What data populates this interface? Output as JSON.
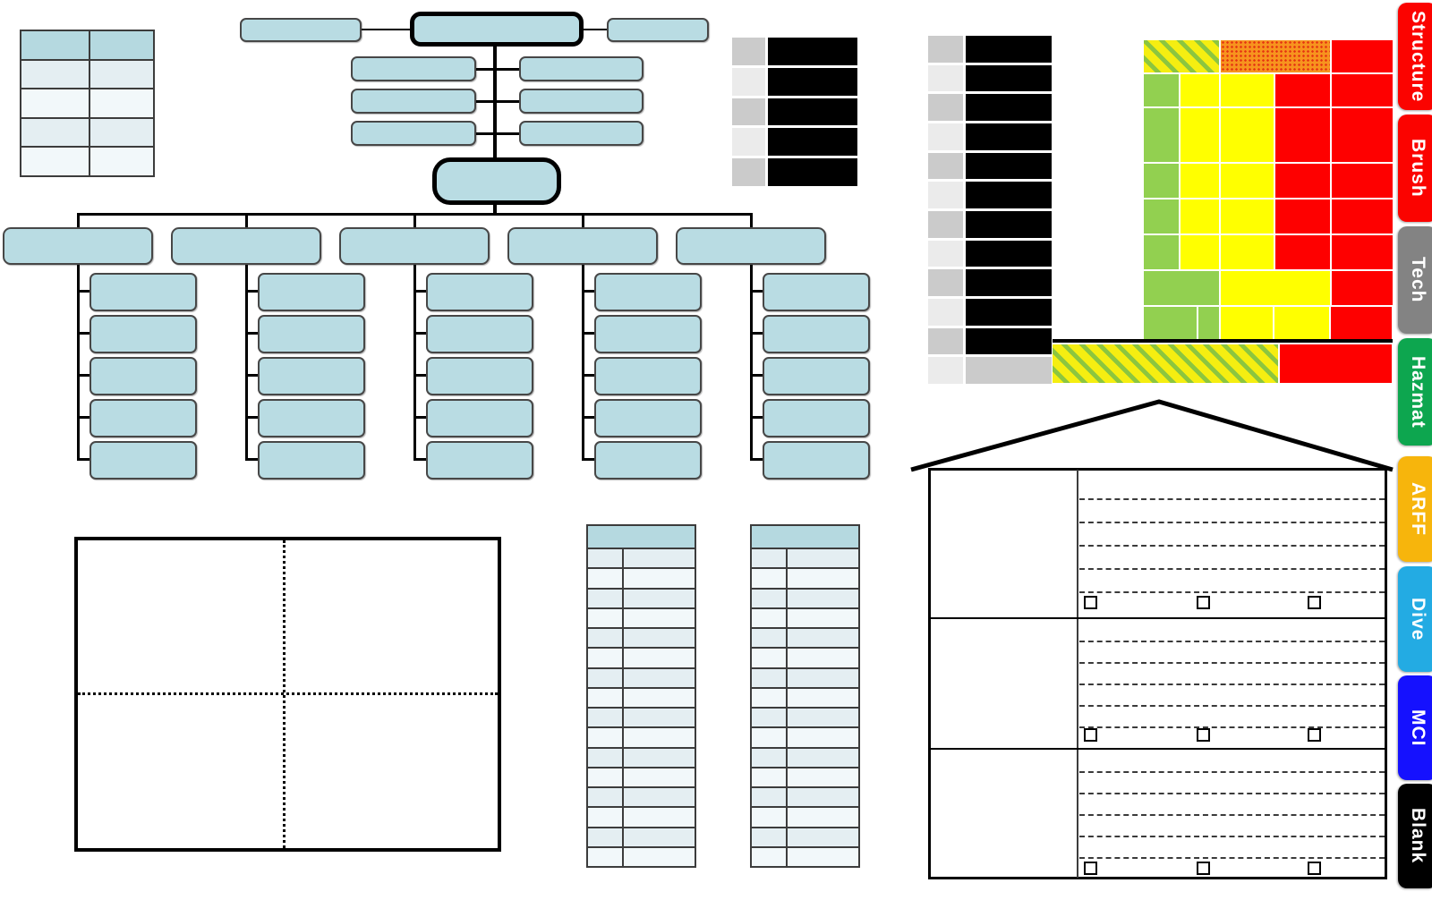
{
  "app": {
    "background": "#ffffff"
  },
  "palette": {
    "teal_box": "#b9dce3",
    "teal_header": "#b5d9e0",
    "row_light": "#e4eef2",
    "row_lighter": "#f2f8fa",
    "gray_cell_dark": "#cbcbcb",
    "gray_cell_light": "#ebebeb",
    "black_cell": "#000000",
    "green": "#92d050",
    "yellow": "#ffff00",
    "red": "#fe0000",
    "orange": "#f7941e"
  },
  "tabs": [
    {
      "label": "Structure",
      "color": "#fb0300"
    },
    {
      "label": "Brush",
      "color": "#fb0300"
    },
    {
      "label": "Tech",
      "color": "#838383"
    },
    {
      "label": "Hazmat",
      "color": "#0da64f"
    },
    {
      "label": "ARFF",
      "color": "#f7b50c"
    },
    {
      "label": "Dive",
      "color": "#23abe3"
    },
    {
      "label": "MCI",
      "color": "#1511fe"
    },
    {
      "label": "Blank",
      "color": "#000000"
    }
  ],
  "org_chart": {
    "top_row_boxes": 3,
    "command_pair_rows": 3,
    "divisions": 5,
    "units_per_division": 5
  },
  "tables": {
    "top_left": {
      "rows": 5,
      "cols": 2,
      "has_header_row": true
    },
    "small_black": {
      "rows": 5,
      "cols": 2
    },
    "tall_black": {
      "rows": 12,
      "cols": 2,
      "last_row_gray": true
    },
    "bottom_left": {
      "rows": 16,
      "cols": 2,
      "has_header_row": true
    },
    "bottom_right": {
      "rows": 16,
      "cols": 2,
      "has_header_row": true
    }
  },
  "risk_grid": {
    "rows": [
      {
        "h": 36,
        "cells": [
          [
            "hatch",
            84
          ],
          [
            "orange-dots",
            122
          ],
          [
            "red",
            68
          ]
        ]
      },
      {
        "h": 36,
        "cells": [
          [
            "green",
            39
          ],
          [
            "yellow",
            43
          ],
          [
            "yellow",
            59
          ],
          [
            "red",
            61
          ],
          [
            "red",
            68
          ]
        ]
      },
      {
        "h": 60,
        "cells": [
          [
            "green",
            39
          ],
          [
            "yellow",
            43
          ],
          [
            "yellow",
            59
          ],
          [
            "red",
            61
          ],
          [
            "red",
            68
          ]
        ]
      },
      {
        "h": 38,
        "cells": [
          [
            "green",
            39
          ],
          [
            "yellow",
            43
          ],
          [
            "yellow",
            59
          ],
          [
            "red",
            61
          ],
          [
            "red",
            68
          ]
        ]
      },
      {
        "h": 38,
        "cells": [
          [
            "green",
            39
          ],
          [
            "yellow",
            43
          ],
          [
            "yellow",
            59
          ],
          [
            "red",
            61
          ],
          [
            "red",
            68
          ]
        ]
      },
      {
        "h": 38,
        "cells": [
          [
            "green",
            39
          ],
          [
            "yellow",
            43
          ],
          [
            "yellow",
            59
          ],
          [
            "red",
            61
          ],
          [
            "red",
            68
          ]
        ]
      },
      {
        "h": 38,
        "cells": [
          [
            "green",
            84
          ],
          [
            "yellow",
            122
          ],
          [
            "red",
            68
          ]
        ]
      },
      {
        "h": 36,
        "cells": [
          [
            "green",
            59
          ],
          [
            "green",
            23
          ],
          [
            "yellow",
            58
          ],
          [
            "yellow",
            61
          ],
          [
            "red",
            68
          ]
        ]
      }
    ],
    "footer": {
      "h": 43,
      "cells": [
        [
          "hatch",
          252
        ],
        [
          "red",
          125
        ]
      ]
    }
  },
  "quadrant_box": {
    "quadrants": 4
  },
  "building": {
    "floors": 3,
    "dashed_lines_per_floor": 5,
    "checkboxes_per_floor": 3
  }
}
